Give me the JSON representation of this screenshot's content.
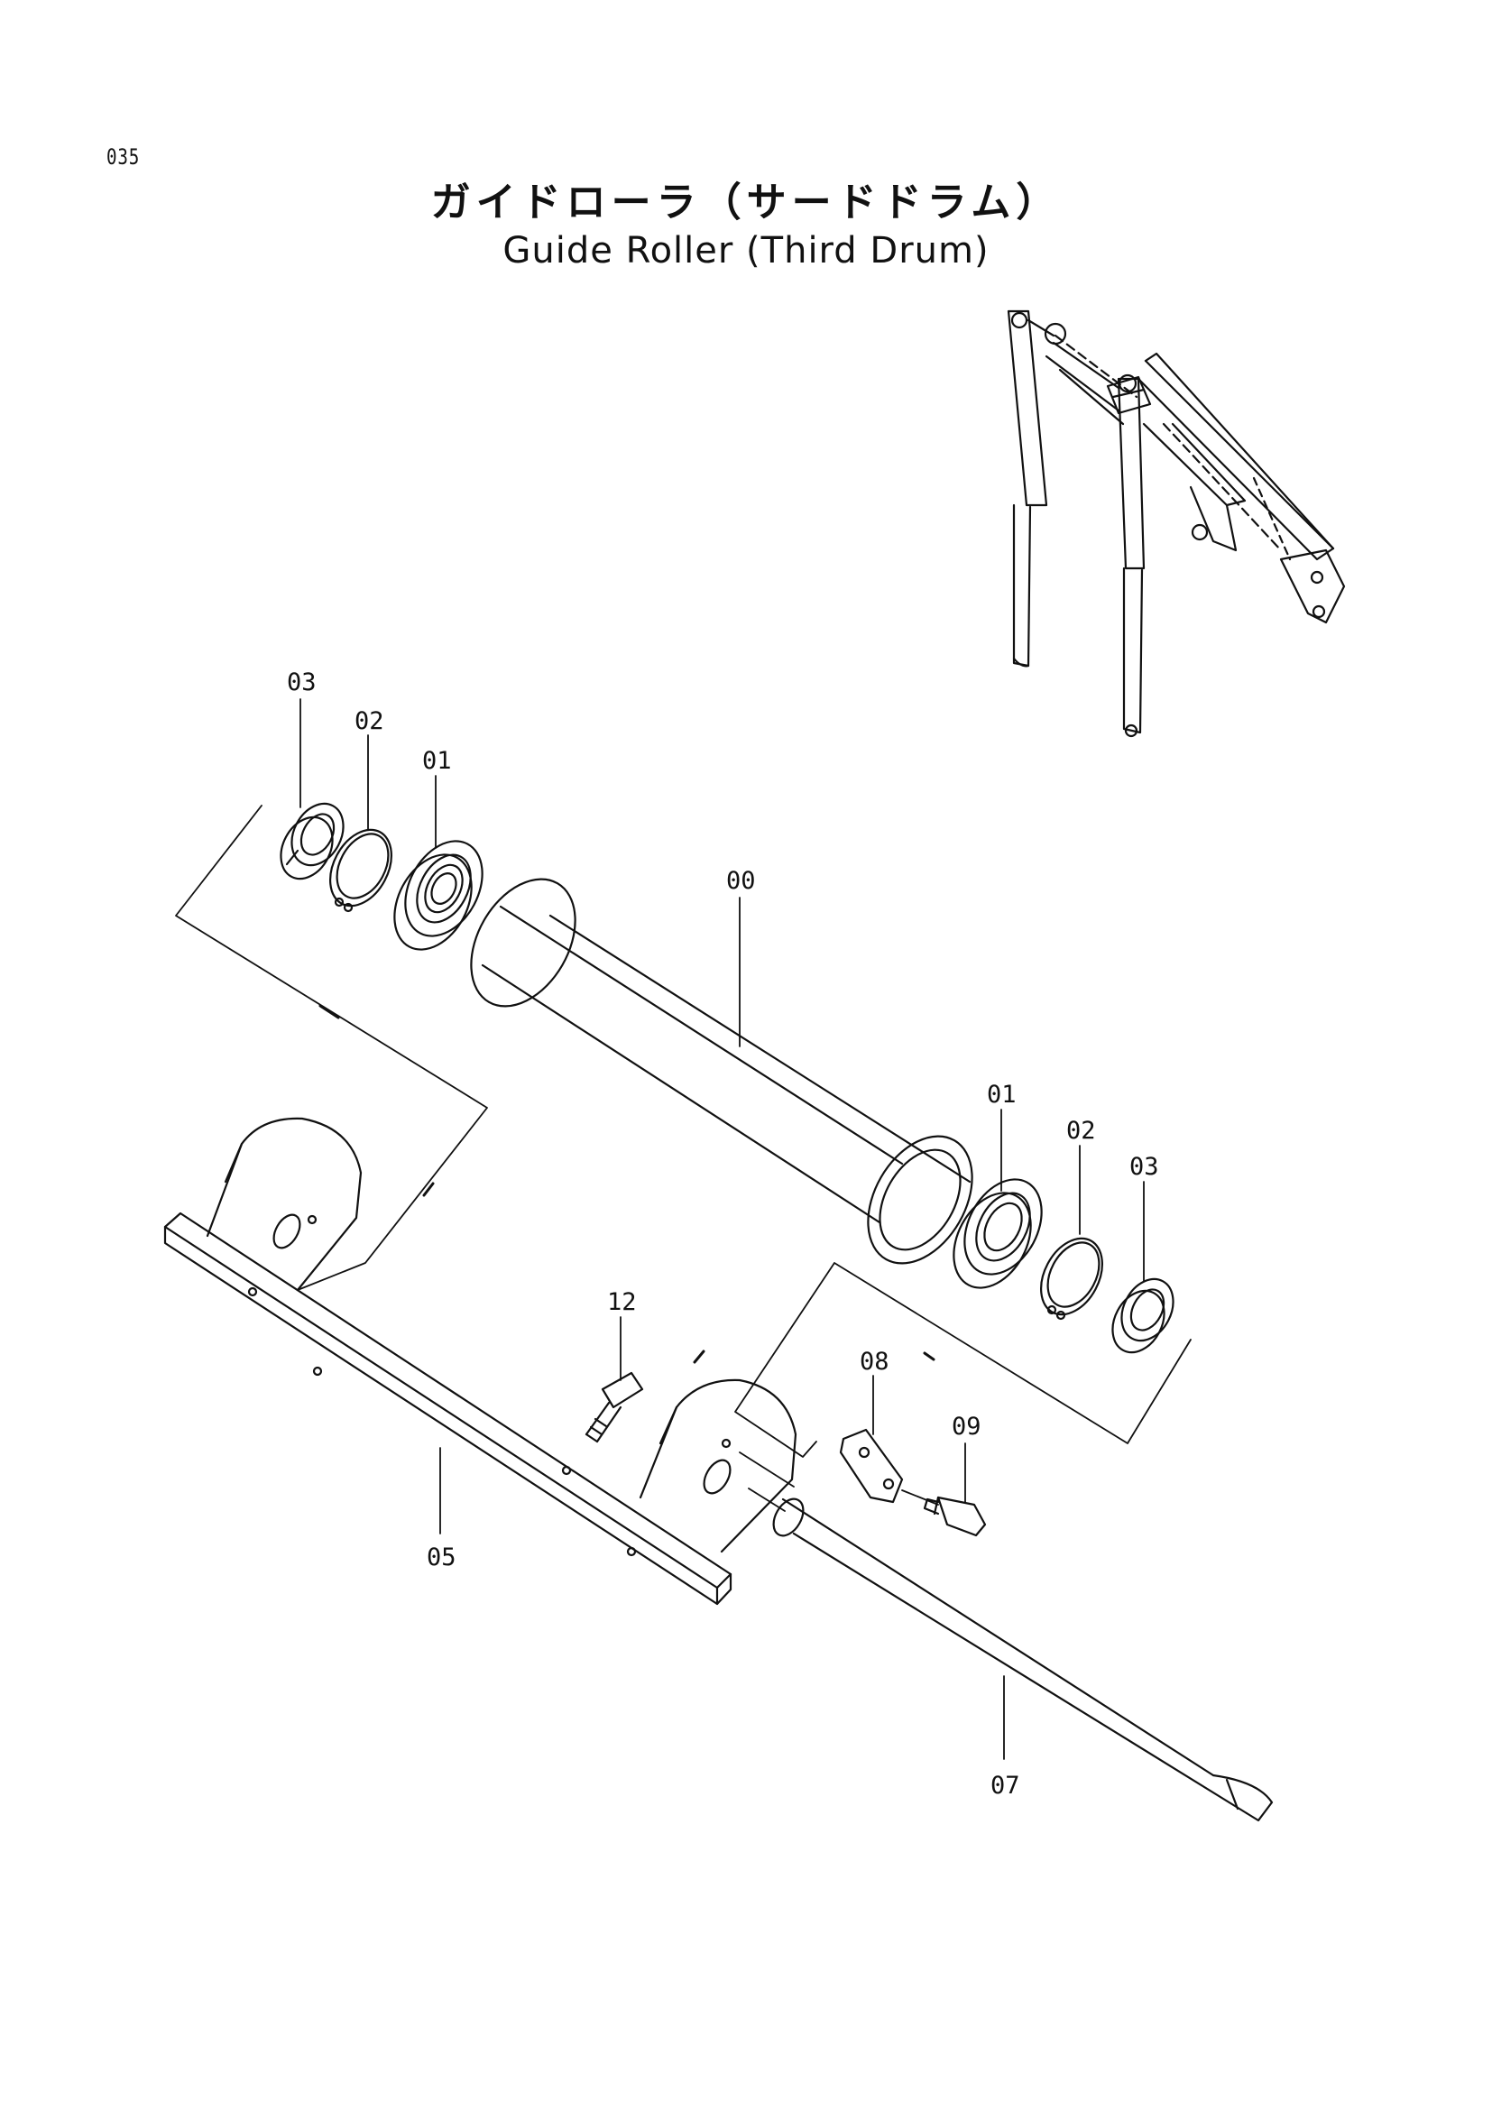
{
  "page_number": "035",
  "title_jp": "ガイドローラ（サードドラム）",
  "title_en": "Guide Roller (Third Drum)",
  "callouts": {
    "c00": "00",
    "c01a": "01",
    "c02a": "02",
    "c03a": "03",
    "c01b": "01",
    "c02b": "02",
    "c03b": "03",
    "c05": "05",
    "c07": "07",
    "c08": "08",
    "c09": "09",
    "c12": "12"
  }
}
